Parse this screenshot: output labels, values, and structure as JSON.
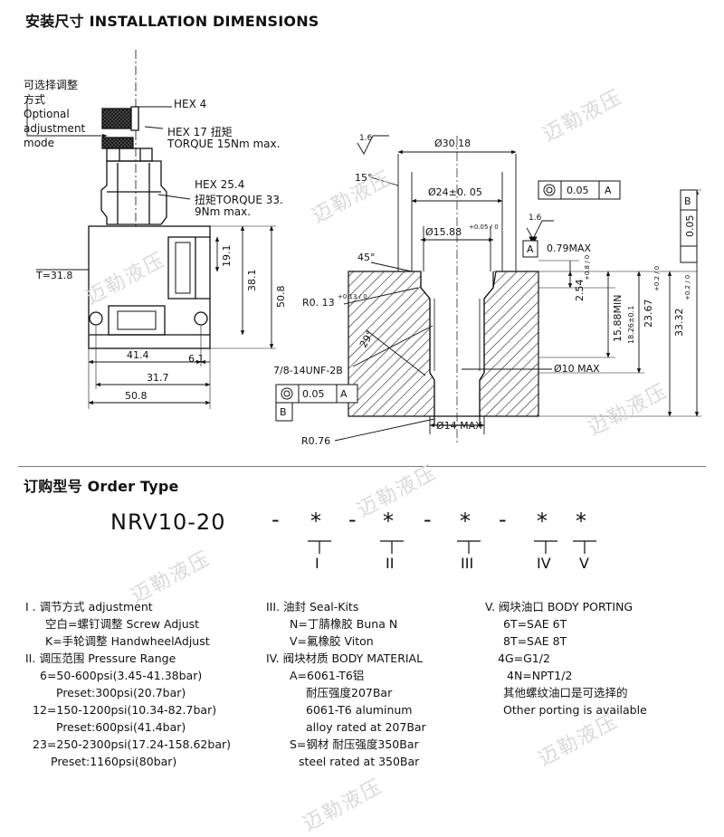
{
  "header": {
    "title": "安装尺寸 INSTALLATION DIMENSIONS"
  },
  "left_view": {
    "optional_mode": [
      "可选择调整",
      "方式",
      "Optional",
      "adjustment",
      "mode"
    ],
    "hex4": "HEX 4",
    "hex17_line1": "HEX 17    扭矩",
    "hex17_line2": "TORQUE 15Nm max.",
    "hex25_line1": "HEX 25.4",
    "hex25_line2": "扭矩TORQUE 33.",
    "hex25_line3": "9Nm max.",
    "t_label": "T=31.8",
    "dim_19_1": "19.1",
    "dim_38_1": "38.1",
    "dim_50_8_v": "50.8",
    "dim_41_4": "41.4",
    "dim_6_1": "6.1",
    "dim_31_7": "31.7",
    "dim_50_8_h": "50.8"
  },
  "right_view": {
    "d30_18": "Ø30.18",
    "d24": "Ø24±0. 05",
    "d15_88": "Ø15.88",
    "d15_88_tol": "+0.05 / 0",
    "roughness1": "1.6",
    "roughness2": "1.6",
    "angle15": "15°",
    "angle45": "45°",
    "angle29": "29°",
    "r0_13": "R0. 13",
    "r0_13_tol": "+0.13 / 0",
    "thread": "7/8-14UNF-2B",
    "d10max": "Ø10 MAX",
    "d14max": "Ø14 MAX",
    "r0_76": "R0.76",
    "tol_flatness": "0.05",
    "tol_flatness_datum": "A",
    "tol_perp": "0.05",
    "tol_perp_datum": "B",
    "tol_conc": "0.05",
    "tol_conc_datum": "A",
    "datum_b": "B",
    "datum_a": "A",
    "max079": "0.79MAX",
    "dim_2_54": "2.54",
    "dim_2_54_tol": "+0.8 / 0",
    "dim_15_88min": "15.88MIN",
    "dim_18_26": "18.26±0.1",
    "dim_23_67": "23.67",
    "dim_23_67_tol": "+0.2 / 0",
    "dim_33_32": "33.32",
    "dim_33_32_tol": "+0.2 / 0"
  },
  "order": {
    "title": "订购型号 Order Type",
    "model": "NRV10-20",
    "dash": "-",
    "star": "*",
    "romans": [
      "I",
      "II",
      "III",
      "IV",
      "V"
    ]
  },
  "options": {
    "col1": [
      "I . 调节方式 adjustment",
      "空白=螺钉调整 Screw Adjust",
      "K=手轮调整  HandwheelAdjust",
      "",
      "II. 调压范围 Pressure Range",
      "6=50-600psi(3.45-41.38bar)",
      "Preset:300psi(20.7bar)",
      "12=150-1200psi(10.34-82.7bar)",
      "Preset:600psi(41.4bar)",
      "23=250-2300psi(17.24-158.62bar)",
      "Preset:1160psi(80bar)"
    ],
    "col2": [
      "III. 油封 Seal-Kits",
      "N=丁腈橡胶 Buna N",
      "V=氟橡胶 Viton",
      "",
      "IV. 阀块材质 BODY MATERIAL",
      "A=6061-T6铝",
      "耐压强度207Bar",
      "6061-T6 aluminum",
      "alloy rated at 207Bar",
      "S=钢材 耐压强度350Bar",
      "steel rated at 350Bar"
    ],
    "col3": [
      "V. 阀块油口 BODY PORTING",
      "6T=SAE 6T",
      "8T=SAE 8T",
      "4G=G1/2",
      "4N=NPT1/2",
      "其他螺纹油口是可选择的",
      "Other porting is available"
    ]
  },
  "watermark": "迈勒液压"
}
